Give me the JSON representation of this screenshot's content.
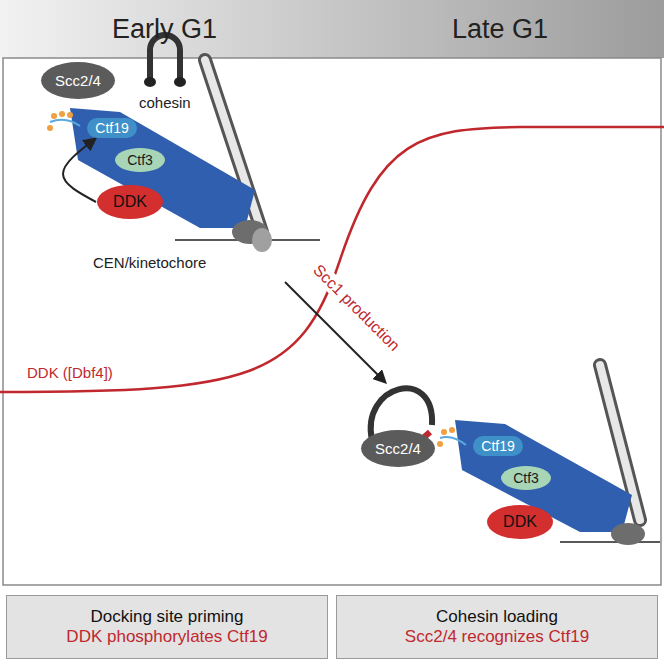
{
  "diagram": {
    "nodes": [
      {
        "text": [
          "Scc2/4"
        ]
      },
      {
        "text": [
          "Ctf19"
        ]
      },
      {
        "text": [
          "Ctf3"
        ]
      },
      {
        "text": [
          "DDK"
        ]
      },
      {
        "text": [
          "Scc2/4"
        ]
      },
      {
        "text": [
          "Ctf19"
        ]
      },
      {
        "text": [
          "Ctf3"
        ]
      },
      {
        "text": [
          "DDK"
        ]
      },
      {
        "text": [
          "Docking site priming",
          "DDK phosphorylates Ctf19"
        ]
      },
      {
        "text": [
          "Cohesin loading",
          "Scc2/4 recognizes Ctf19"
        ]
      }
    ],
    "edges": [
      {
        "from": 3,
        "to": 1,
        "arrow": "to"
      }
    ],
    "labels": [
      "Early G1",
      "Late G1",
      "cohesin",
      "CEN/kinetochore",
      "Scc1 production",
      "DDK ([Dbf4])"
    ]
  }
}
